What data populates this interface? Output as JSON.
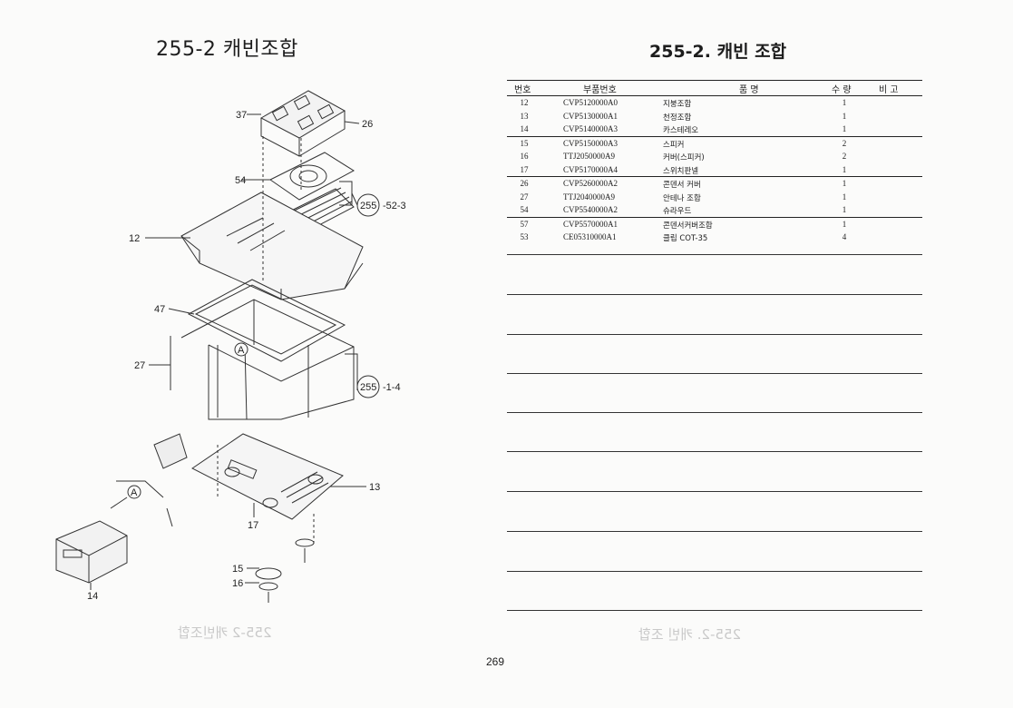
{
  "left_title": "255-2 캐빈조합",
  "right_title": "255-2. 캐빈 조합",
  "table": {
    "headers": {
      "no": "번호",
      "part_no": "부품번호",
      "name": "품 명",
      "qty": "수 량",
      "remark": "비 고"
    },
    "rows": [
      {
        "no": "12",
        "part_no": "CVP5120000A0",
        "name": "지붕조합",
        "qty": "1"
      },
      {
        "no": "13",
        "part_no": "CVP5130000A1",
        "name": "천정조합",
        "qty": "1"
      },
      {
        "no": "14",
        "part_no": "CVP5140000A3",
        "name": "카스테레오",
        "qty": "1"
      },
      {
        "no": "15",
        "part_no": "CVP5150000A3",
        "name": "스피커",
        "qty": "2"
      },
      {
        "no": "16",
        "part_no": "TTJ2050000A9",
        "name": "커버(스피커)",
        "qty": "2"
      },
      {
        "no": "17",
        "part_no": "CVP5170000A4",
        "name": "스위치판넬",
        "qty": "1"
      },
      {
        "no": "26",
        "part_no": "CVP5260000A2",
        "name": "콘덴서 커버",
        "qty": "1"
      },
      {
        "no": "27",
        "part_no": "TTJ2040000A9",
        "name": "안테나 조합",
        "qty": "1"
      },
      {
        "no": "54",
        "part_no": "CVP5540000A2",
        "name": "슈라우드",
        "qty": "1"
      },
      {
        "no": "57",
        "part_no": "CVP5570000A1",
        "name": "콘덴서커버조합",
        "qty": "1"
      },
      {
        "no": "53",
        "part_no": "CE05310000A1",
        "name": "클립 COT-35",
        "qty": "4"
      }
    ]
  },
  "diagram": {
    "callouts": {
      "c37": "37",
      "c26": "26",
      "c54": "54",
      "c12": "12",
      "c47": "47",
      "c27": "27",
      "c13": "13",
      "c17": "17",
      "c15": "15",
      "c16": "16",
      "c14": "14"
    },
    "refs": {
      "ref1_circle": "255",
      "ref1_suffix": "-52-3",
      "ref2_circle": "255",
      "ref2_suffix": "-1-4",
      "markA1": "A",
      "markA2": "A"
    }
  },
  "page_number": "269",
  "ghost_text": {
    "left": "255-2 캐빈조합",
    "right": "255-2. 캐빈 조합"
  }
}
